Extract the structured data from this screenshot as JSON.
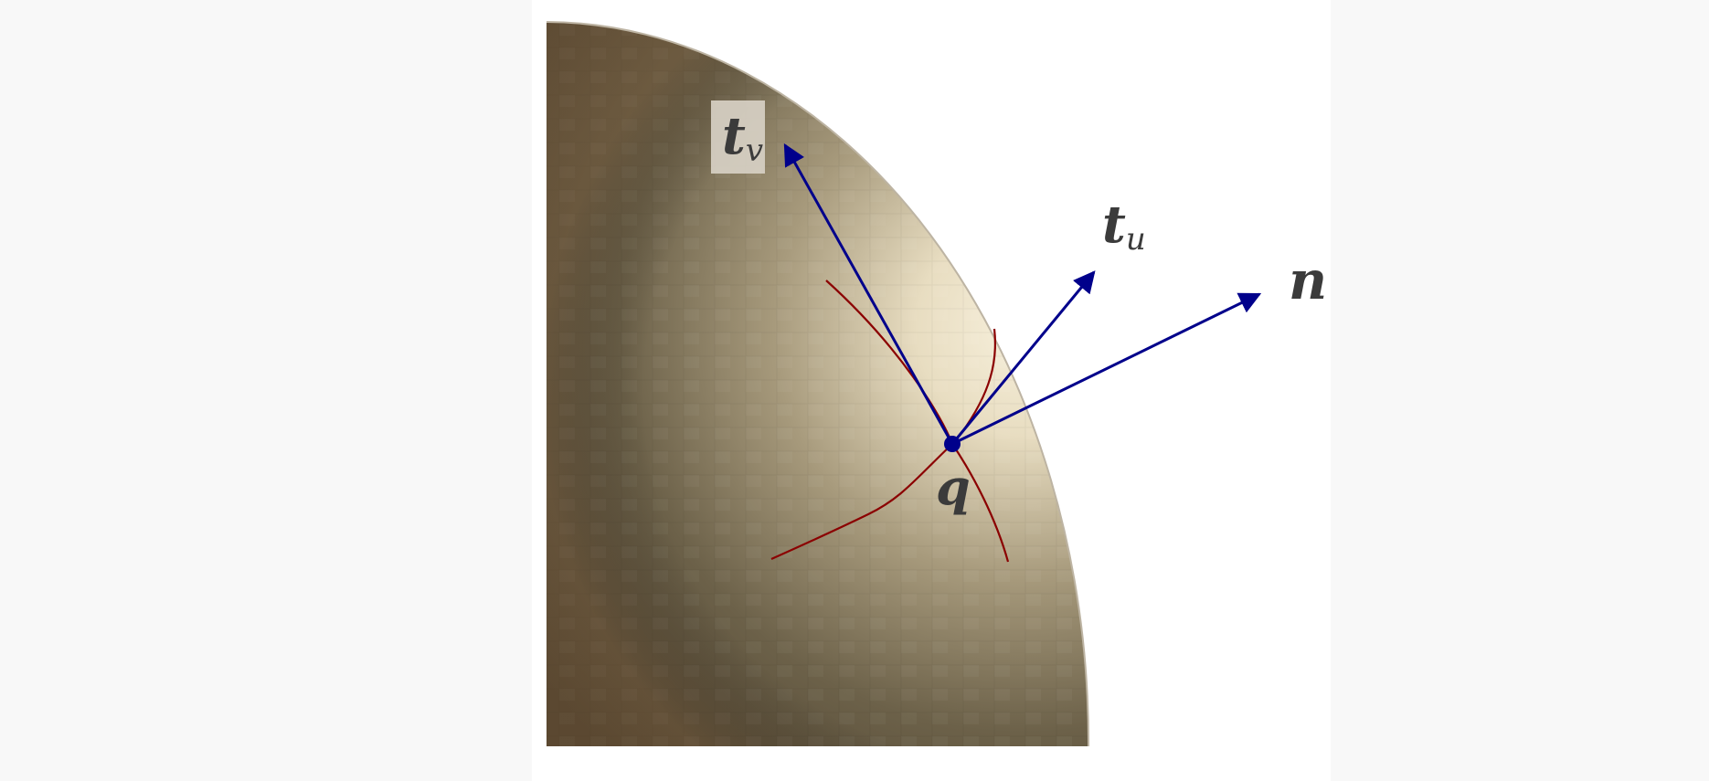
{
  "diagram": {
    "labels": {
      "t_v": {
        "main": "t",
        "sub": "v"
      },
      "t_u": {
        "main": "t",
        "sub": "u"
      },
      "n": {
        "main": "n"
      },
      "q": {
        "main": "q"
      }
    },
    "colors": {
      "page_background": "#f8f8f8",
      "figure_background": "#ffffff",
      "vector": "#00008b",
      "curve": "#8b0000",
      "label_box": "#d7d0c4",
      "label_text": "#3b3b3b"
    }
  }
}
